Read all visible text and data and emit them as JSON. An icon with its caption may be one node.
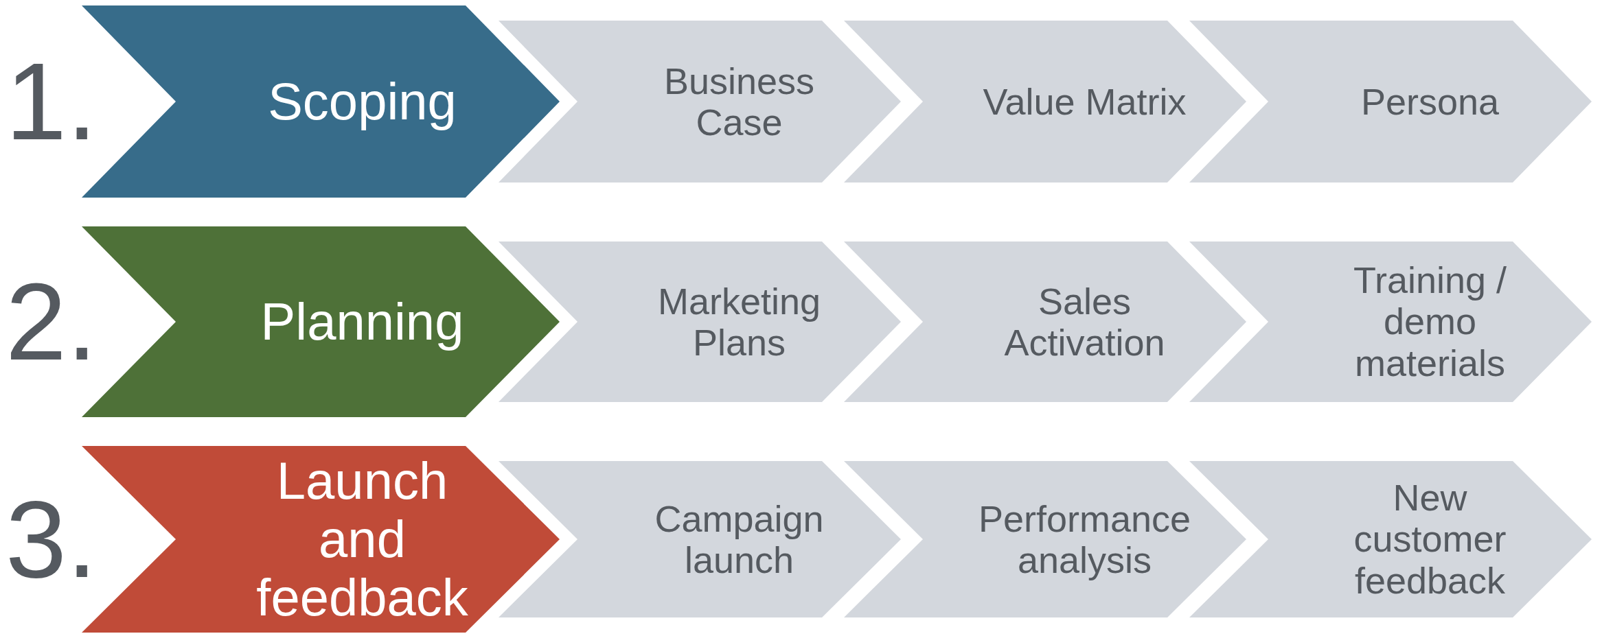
{
  "diagram": {
    "nodes": [
      {
        "text": [
          "Scoping"
        ]
      },
      {
        "text": [
          "Business Case"
        ]
      },
      {
        "text": [
          "Value Matrix"
        ]
      },
      {
        "text": [
          "Persona"
        ]
      },
      {
        "text": [
          "Planning"
        ]
      },
      {
        "text": [
          "Marketing Plans"
        ]
      },
      {
        "text": [
          "Sales Activation"
        ]
      },
      {
        "text": [
          "Training / demo materials"
        ]
      },
      {
        "text": [
          "Launch and feedback"
        ]
      },
      {
        "text": [
          "Campaign launch"
        ]
      },
      {
        "text": [
          "Performance analysis"
        ]
      },
      {
        "text": [
          "New customer feedback"
        ]
      }
    ],
    "labels": [
      "1.",
      "2.",
      "3."
    ]
  }
}
